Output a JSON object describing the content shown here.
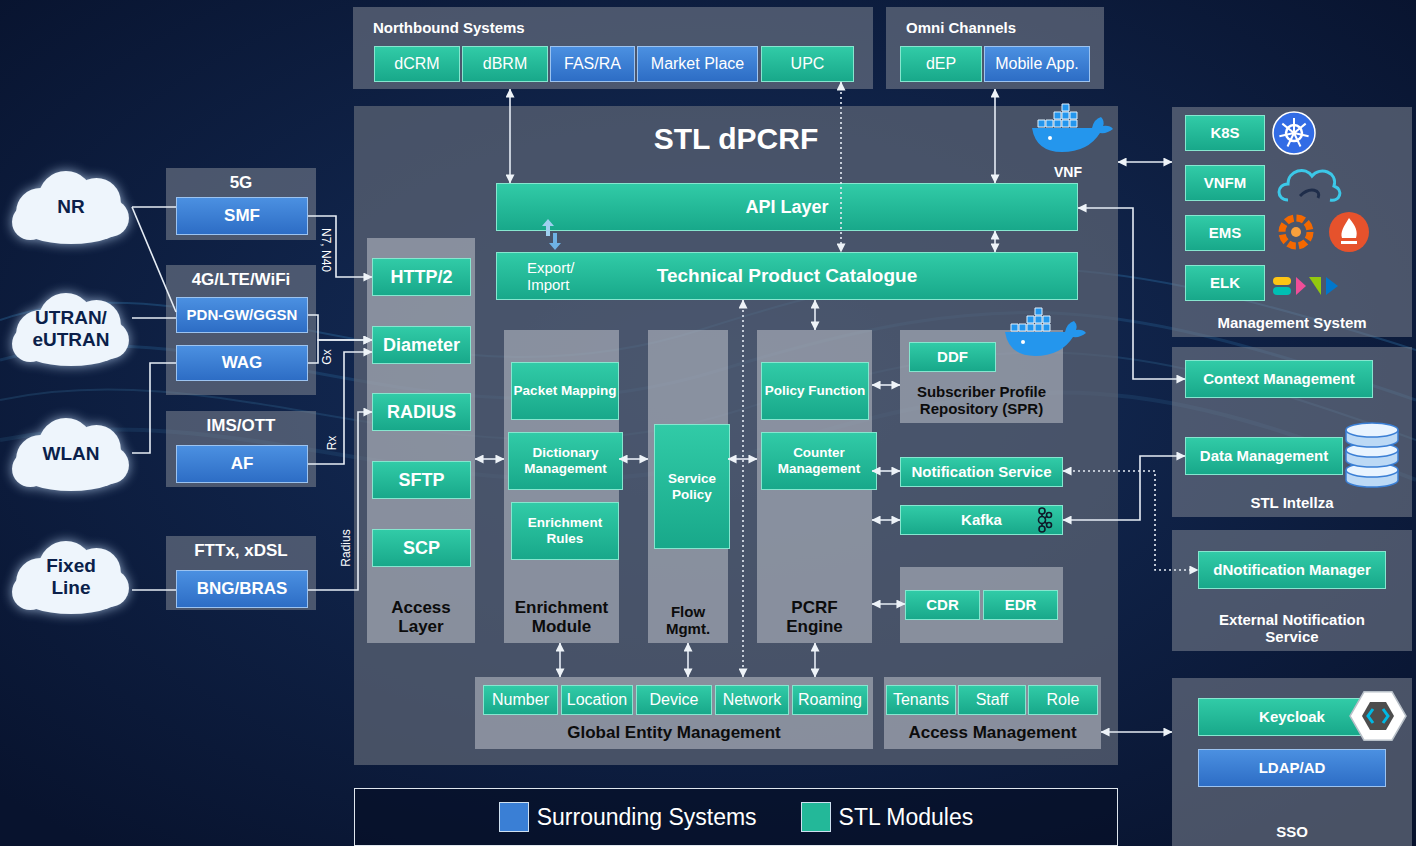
{
  "diagram": {
    "nodes": [
      {
        "text": [
          "Northbound Systems"
        ]
      },
      {
        "text": [
          "dCRM"
        ],
        "in": 0
      },
      {
        "text": [
          "dBRM"
        ],
        "in": 0
      },
      {
        "text": [
          "FAS/RA"
        ],
        "in": 0
      },
      {
        "text": [
          "Market Place"
        ],
        "in": 0
      },
      {
        "text": [
          "UPC"
        ],
        "in": 0
      },
      {
        "text": [
          "Omni Channels"
        ]
      },
      {
        "text": [
          "dEP"
        ],
        "in": 6
      },
      {
        "text": [
          "Mobile App."
        ],
        "in": 6
      },
      {
        "text": [
          "NR"
        ]
      },
      {
        "text": [
          "5G"
        ]
      },
      {
        "text": [
          "SMF"
        ],
        "in": 10
      },
      {
        "text": [
          "STL dPCRF"
        ]
      },
      {
        "text": [
          "API Layer"
        ],
        "in": 12
      },
      {
        "text": [
          "Technical Product Catalogue",
          "Export/ Import"
        ],
        "in": 12
      },
      {
        "text": [
          "Management System"
        ]
      },
      {
        "text": [
          "K8S"
        ],
        "in": 15
      },
      {
        "text": [
          "VNFM"
        ],
        "in": 15
      },
      {
        "text": [
          "EMS"
        ],
        "in": 15
      },
      {
        "text": [
          "ELK"
        ],
        "in": 15
      },
      {
        "text": [
          "4G/LTE/WiFi"
        ]
      },
      {
        "text": [
          "PDN-GW/GGSN"
        ],
        "in": 20
      },
      {
        "text": [
          "WAG"
        ],
        "in": 20
      },
      {
        "text": [
          "UTRAN/ eUTRAN"
        ]
      },
      {
        "text": [
          "Access Layer"
        ],
        "in": 12
      },
      {
        "text": [
          "HTTP/2"
        ],
        "in": 24
      },
      {
        "text": [
          "Diameter"
        ],
        "in": 24
      },
      {
        "text": [
          "RADIUS"
        ],
        "in": 24
      },
      {
        "text": [
          "SFTP"
        ],
        "in": 24
      },
      {
        "text": [
          "SCP"
        ],
        "in": 24
      },
      {
        "text": [
          "Enrichment Module"
        ],
        "in": 12
      },
      {
        "text": [
          "Packet Mapping"
        ],
        "in": 30
      },
      {
        "text": [
          "Dictionary Management"
        ],
        "in": 30
      },
      {
        "text": [
          "Enrichment Rules"
        ],
        "in": 30
      },
      {
        "text": [
          "Flow Mgmt."
        ],
        "in": 12
      },
      {
        "text": [
          "Service Policy"
        ],
        "in": 34
      },
      {
        "text": [
          "PCRF Engine"
        ],
        "in": 12
      },
      {
        "text": [
          "Policy Function"
        ],
        "in": 36
      },
      {
        "text": [
          "Counter Management"
        ],
        "in": 36
      },
      {
        "text": [
          "Subscriber Profile Repository (SPR)"
        ],
        "in": 12
      },
      {
        "text": [
          "DDF"
        ],
        "in": 39
      },
      {
        "text": [
          "Notification Service"
        ],
        "in": 12
      },
      {
        "text": [
          "Kafka"
        ],
        "in": 12
      },
      {
        "text": [
          "CDR"
        ],
        "in": 12
      },
      {
        "text": [
          "EDR"
        ],
        "in": 12
      },
      {
        "text": [
          "Global Entity Management"
        ],
        "in": 12
      },
      {
        "text": [
          "Number"
        ],
        "in": 45
      },
      {
        "text": [
          "Location"
        ],
        "in": 45
      },
      {
        "text": [
          "Device"
        ],
        "in": 45
      },
      {
        "text": [
          "Network"
        ],
        "in": 45
      },
      {
        "text": [
          "Roaming"
        ],
        "in": 45
      },
      {
        "text": [
          "Access Management"
        ],
        "in": 12
      },
      {
        "text": [
          "Tenants"
        ],
        "in": 51
      },
      {
        "text": [
          "Staff"
        ],
        "in": 51
      },
      {
        "text": [
          "Role"
        ],
        "in": 51
      },
      {
        "text": [
          "STL Intellza"
        ]
      },
      {
        "text": [
          "Context Management"
        ],
        "in": 55
      },
      {
        "text": [
          "Data Management"
        ],
        "in": 55
      },
      {
        "text": [
          "WLAN"
        ]
      },
      {
        "text": [
          "IMS/OTT"
        ]
      },
      {
        "text": [
          "AF"
        ],
        "in": 59
      },
      {
        "text": [
          "External Notification Service"
        ]
      },
      {
        "text": [
          "dNotification Manager"
        ],
        "in": 61
      },
      {
        "text": [
          "Fixed Line"
        ]
      },
      {
        "text": [
          "FTTx, xDSL"
        ]
      },
      {
        "text": [
          "BNG/BRAS"
        ],
        "in": 64
      },
      {
        "text": [
          "SSO"
        ]
      },
      {
        "text": [
          "Keycloak"
        ],
        "in": 66
      },
      {
        "text": [
          "LDAP/AD"
        ],
        "in": 66
      }
    ],
    "edges": [
      {
        "from": 9,
        "to": 11,
        "arrow": "none"
      },
      {
        "from": 9,
        "to": 21,
        "arrow": "none"
      },
      {
        "from": 23,
        "to": 21,
        "arrow": "none"
      },
      {
        "from": 58,
        "to": 22,
        "arrow": "none"
      },
      {
        "from": 63,
        "to": 65,
        "arrow": "none"
      },
      {
        "from": 11,
        "to": 25,
        "label": "N7, N40",
        "arrow": "to"
      },
      {
        "from": 21,
        "to": 26,
        "label": "Gx",
        "arrow": "to"
      },
      {
        "from": 22,
        "to": 26,
        "arrow": "to"
      },
      {
        "from": 60,
        "to": 26,
        "label": "Rx",
        "arrow": "to"
      },
      {
        "from": 65,
        "to": 27,
        "label": "Radius",
        "arrow": "to"
      },
      {
        "from": 0,
        "to": 13,
        "arrow": "both"
      },
      {
        "from": 5,
        "to": 14,
        "arrow": "both"
      },
      {
        "from": 6,
        "to": 13,
        "arrow": "both"
      },
      {
        "from": 12,
        "to": 15,
        "arrow": "both"
      },
      {
        "from": 13,
        "to": 56,
        "arrow": "both"
      },
      {
        "from": 13,
        "to": 14,
        "arrow": "both"
      },
      {
        "from": 14,
        "to": 36,
        "arrow": "both"
      },
      {
        "from": 14,
        "to": 45,
        "arrow": "both"
      },
      {
        "from": 24,
        "to": 30,
        "arrow": "both"
      },
      {
        "from": 30,
        "to": 34,
        "arrow": "both"
      },
      {
        "from": 34,
        "to": 36,
        "arrow": "both"
      },
      {
        "from": 36,
        "to": 39,
        "arrow": "both"
      },
      {
        "from": 36,
        "to": 41,
        "arrow": "both"
      },
      {
        "from": 36,
        "to": 42,
        "arrow": "both"
      },
      {
        "from": 36,
        "to": 43,
        "arrow": "both"
      },
      {
        "from": 41,
        "to": 62,
        "arrow": "both"
      },
      {
        "from": 42,
        "to": 57,
        "arrow": "both"
      },
      {
        "from": 30,
        "to": 45,
        "arrow": "both"
      },
      {
        "from": 34,
        "to": 45,
        "arrow": "both"
      },
      {
        "from": 36,
        "to": 45,
        "arrow": "both"
      },
      {
        "from": 51,
        "to": 66,
        "arrow": "both"
      }
    ],
    "labels": [
      "VNF"
    ],
    "legend": [
      {
        "text": "Surrounding Systems",
        "color": "#3a7fd5"
      },
      {
        "text": "STL Modules",
        "color": "#23b899"
      }
    ]
  }
}
